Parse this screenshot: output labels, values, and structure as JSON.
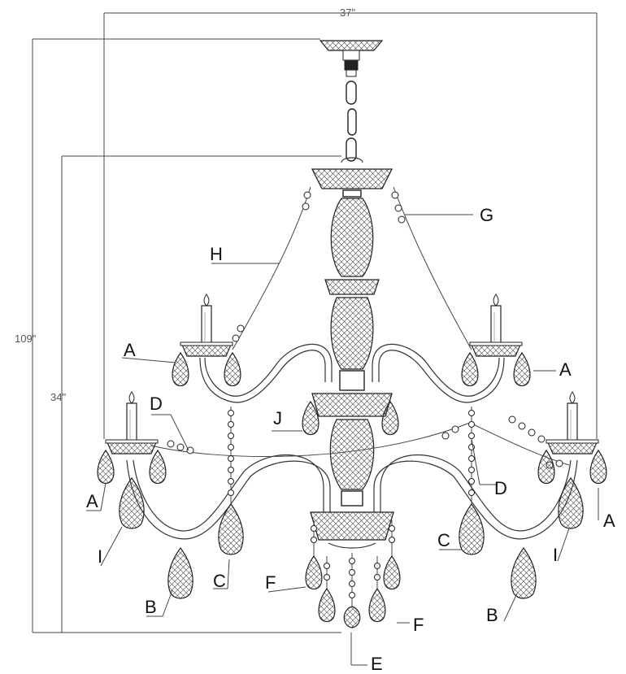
{
  "dimensions": {
    "width_label": "37\"",
    "total_height_label": "109\"",
    "body_height_label": "34\""
  },
  "callouts": {
    "a": "A",
    "b": "B",
    "c": "C",
    "d": "D",
    "e": "E",
    "f": "F",
    "g": "G",
    "h": "H",
    "i": "I",
    "j": "J"
  }
}
